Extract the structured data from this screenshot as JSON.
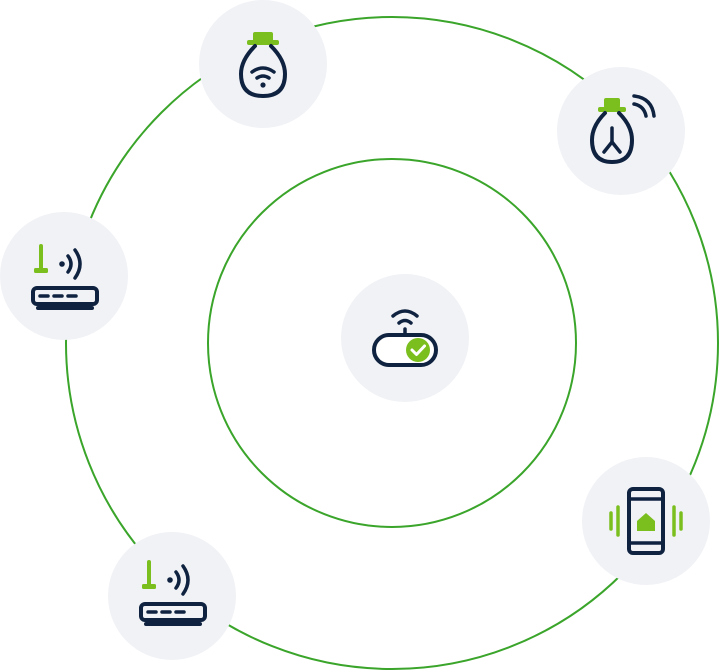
{
  "colors": {
    "ring": "#3aa52a",
    "accent": "#7bbf1e",
    "navy": "#0f2340",
    "node_bg": "#f1f2f6",
    "background": "#ffffff"
  },
  "hub": {
    "icon": "smart-hub-connected-icon"
  },
  "devices": [
    {
      "id": "bulb-wifi",
      "icon": "smart-bulb-wifi-icon"
    },
    {
      "id": "bulb-clock",
      "icon": "smart-bulb-timer-signal-icon"
    },
    {
      "id": "router-left",
      "icon": "wifi-router-icon"
    },
    {
      "id": "router-bottom",
      "icon": "wifi-router-icon"
    },
    {
      "id": "phone-home",
      "icon": "smartphone-home-app-vibrating-icon"
    }
  ]
}
